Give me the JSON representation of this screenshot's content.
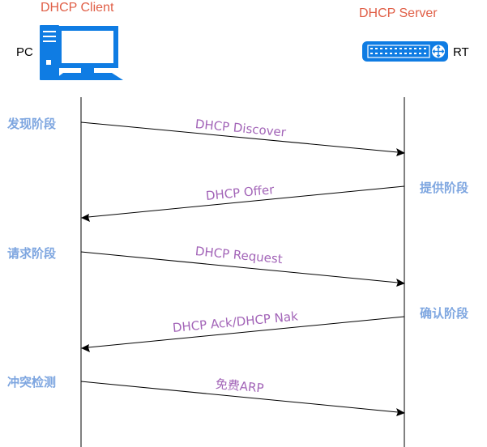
{
  "client": {
    "title": "DHCP Client",
    "label": "PC",
    "icon": "desktop-computer-icon"
  },
  "server": {
    "title": "DHCP Server",
    "label": "RT",
    "icon": "router-icon"
  },
  "phases": {
    "discover": "发现阶段",
    "offer": "提供阶段",
    "request": "请求阶段",
    "ack": "确认阶段",
    "conflict_check": "冲突检测"
  },
  "messages": {
    "discover": "DHCP Discover",
    "offer": "DHCP Offer",
    "request": "DHCP Request",
    "ack": "DHCP Ack/DHCP Nak",
    "arp": "免费ARP"
  },
  "colors": {
    "role_title": "#e05e46",
    "phase_text": "#7ea6e0",
    "message_text": "#a365b8",
    "icon_blue": "#0f7ce3",
    "line": "#000000"
  }
}
